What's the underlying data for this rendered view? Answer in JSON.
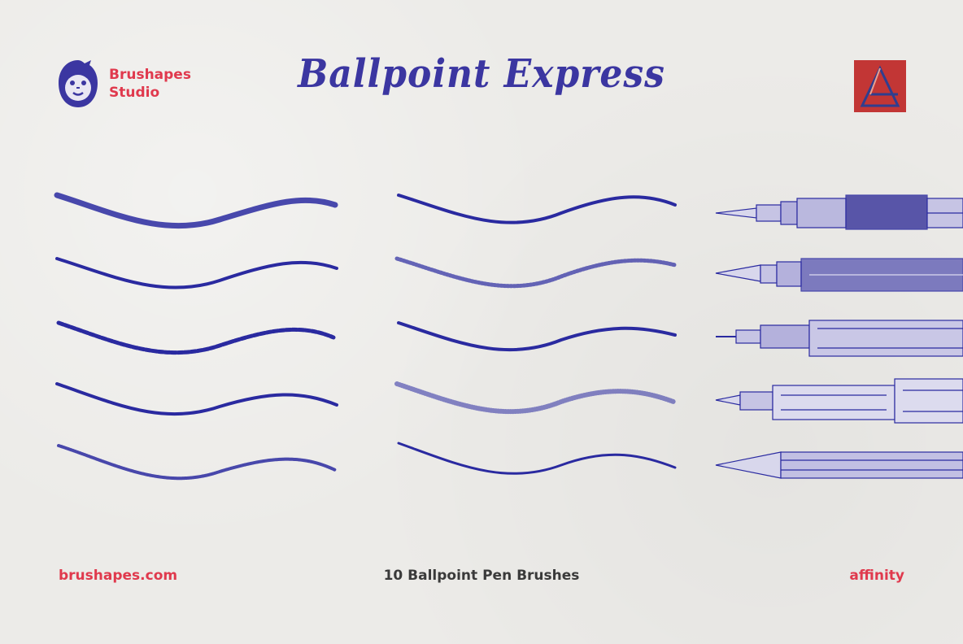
{
  "brand": {
    "line1": "Brushapes",
    "line2": "Studio"
  },
  "title": "Ballpoint Express",
  "footer": {
    "website": "brushapes.com",
    "caption": "10 Ballpoint Pen Brushes",
    "app": "affinity"
  },
  "colors": {
    "ink": "#2a2aa0",
    "accent": "#e0394d",
    "paper": "#ecebe8"
  },
  "icons": {
    "logo": "gorilla-icon",
    "badge": "affinity-logo-icon"
  }
}
